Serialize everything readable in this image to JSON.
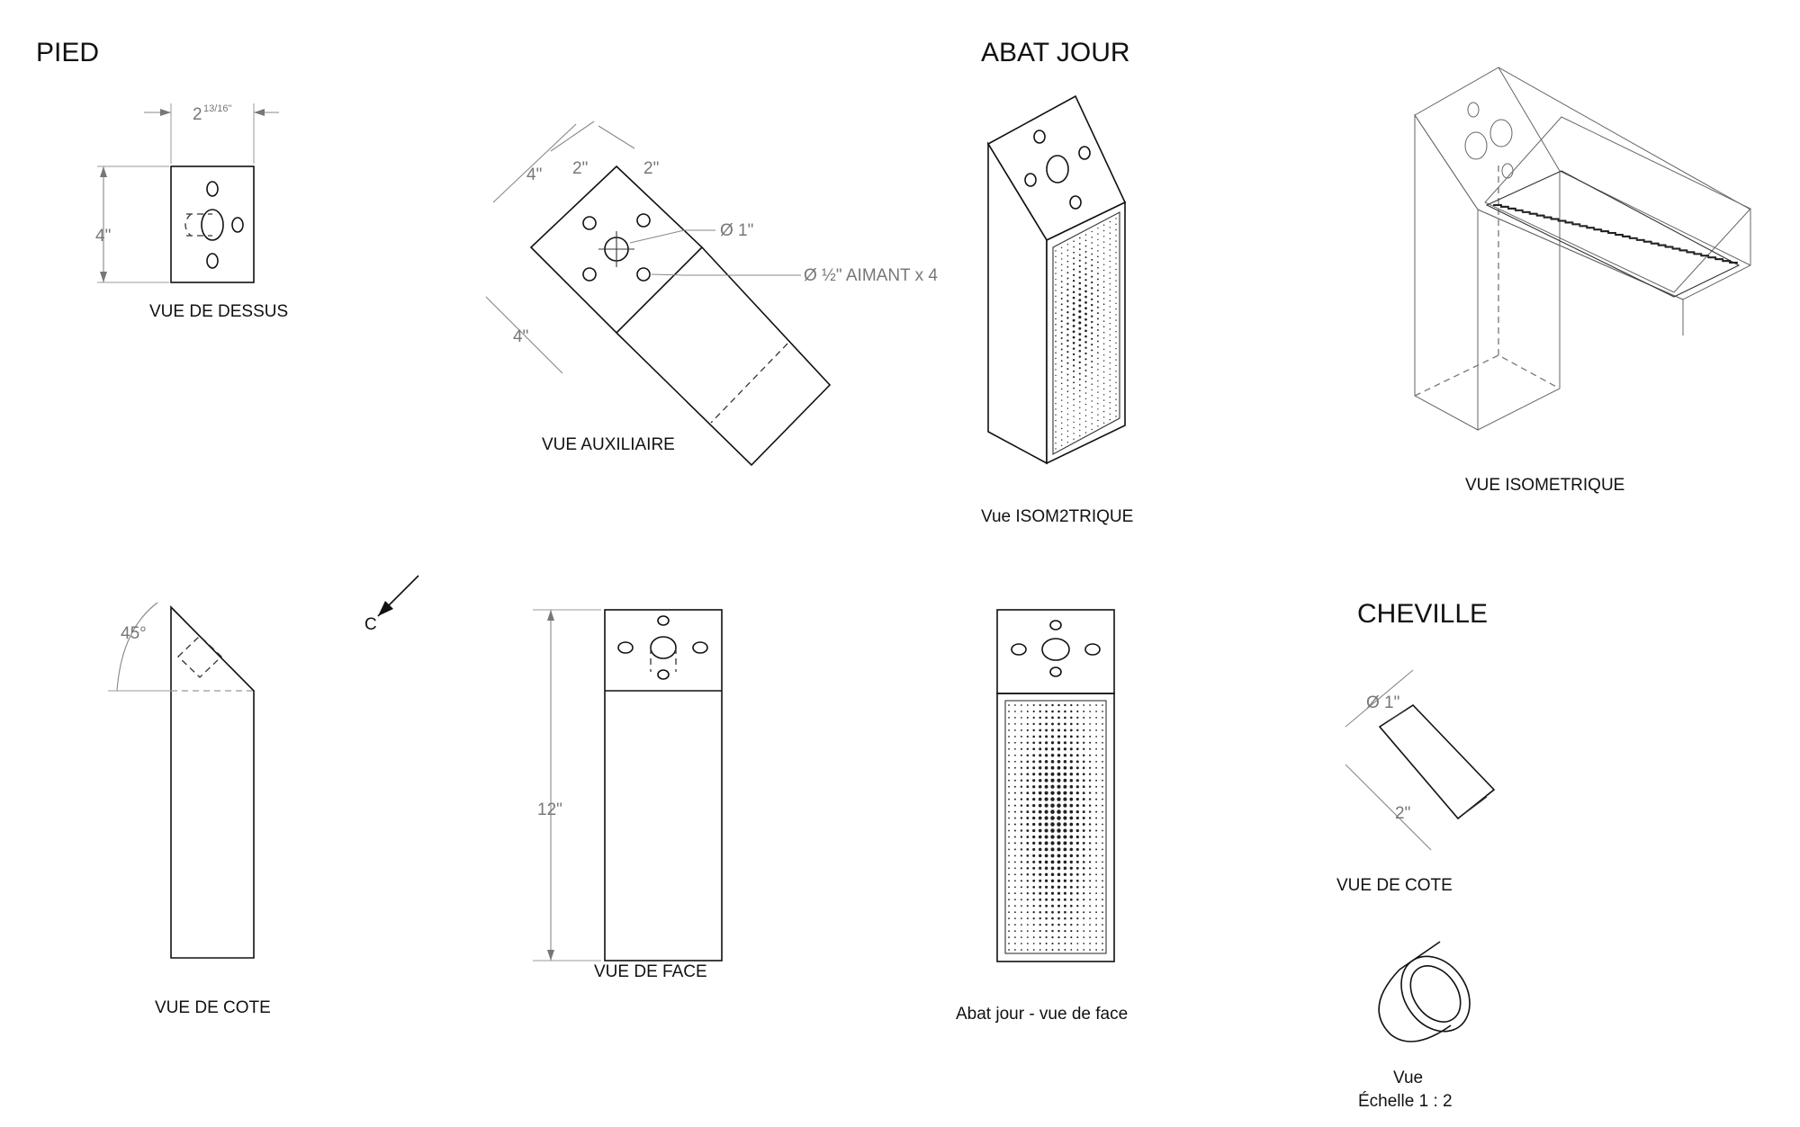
{
  "sections": {
    "pied": "PIED",
    "abat_jour": "ABAT JOUR",
    "cheville": "CHEVILLE"
  },
  "view_labels": {
    "vue_de_dessus": "VUE DE DESSUS",
    "vue_auxiliaire": "VUE AUXILIAIRE",
    "vue_isom2trique": "Vue ISOM2TRIQUE",
    "vue_isometrique": "VUE ISOMETRIQUE",
    "vue_de_cote_pied": "VUE DE COTE",
    "vue_de_face": "VUE DE FACE",
    "abat_jour_face": "Abat jour - vue de face",
    "vue_de_cote_cheville": "VUE DE COTE",
    "vue": "Vue",
    "echelle": "Échelle 1 : 2"
  },
  "dimensions": {
    "top_width": "2",
    "top_width_fraction": "13/16\"",
    "top_height": "4\"",
    "aux_4_top": "4\"",
    "aux_2_left": "2\"",
    "aux_2_right": "2\"",
    "aux_4_left": "4\"",
    "diameter_1": "Ø 1\"",
    "magnet_note": "Ø ½\" AIMANT x 4",
    "angle": "45°",
    "height_12": "12\"",
    "cheville_diameter": "Ø 1\"",
    "cheville_length": "2\""
  },
  "section_marker": "C"
}
